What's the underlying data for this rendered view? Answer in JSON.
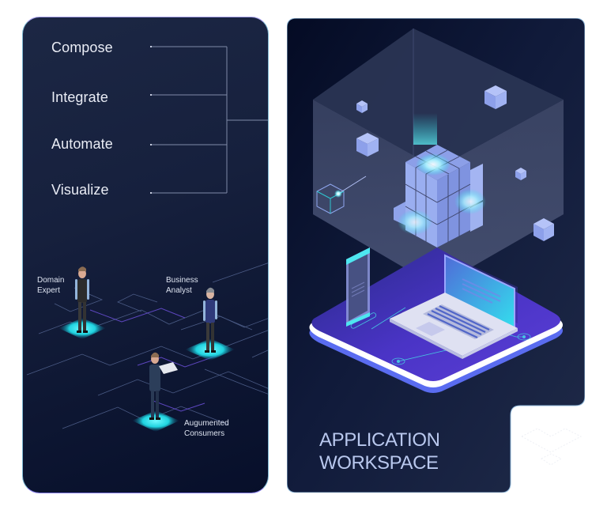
{
  "features": {
    "items": [
      {
        "label": "Compose"
      },
      {
        "label": "Integrate"
      },
      {
        "label": "Automate"
      },
      {
        "label": "Visualize"
      }
    ]
  },
  "personas": {
    "domain_expert": {
      "line1": "Domain",
      "line2": "Expert"
    },
    "business_analyst": {
      "line1": "Business",
      "line2": "Analyst"
    },
    "augmented_consumers": {
      "line1": "Augumented",
      "line2": "Consumers"
    }
  },
  "workspace": {
    "title_line1": "APPLICATION",
    "title_line2": "WORKSPACE"
  },
  "colors": {
    "panel_dark": "#16203d",
    "panel_deep": "#040b24",
    "accent_cyan": "#2ee6ee",
    "accent_purple": "#5b3fd6",
    "cube_blue": "#8fa6ee",
    "title_text": "#b9c8ee"
  }
}
